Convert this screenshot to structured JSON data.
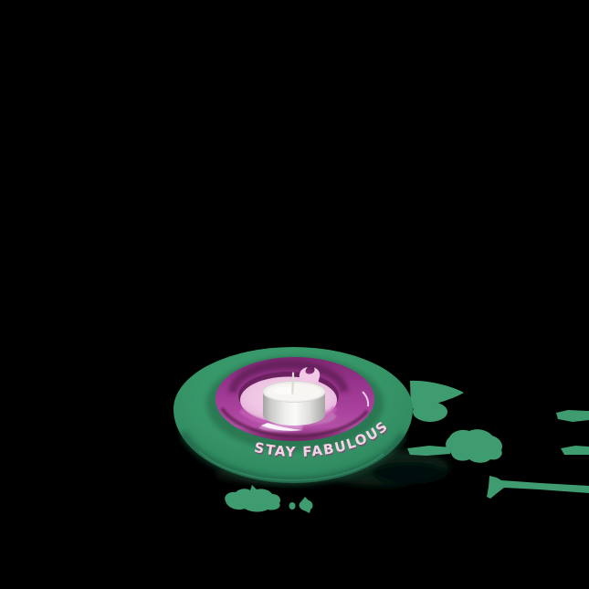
{
  "image": {
    "type": "product-photo",
    "background_color": "#000000",
    "description": "Green tealight candle holder with glossy purple ring inset, pale pink center and an unlit white tealight candle, on a black background"
  },
  "product": {
    "engraving": "STAY FABULOUS",
    "candle_state": "unlit",
    "colors": {
      "dish_green": "#37966A",
      "dish_green_dark": "#1E5F46",
      "ring_purple": "#A23C96",
      "ring_purple_dark": "#5F1B55",
      "inset_pink": "#EFC6E4",
      "candle_white": "#F2F1EE",
      "wick_gray": "#DBDAD2",
      "text_pink": "#F8D2E8",
      "text_shadow_pink": "#93336F",
      "curl_pink": "#F2C9E6",
      "gloss_white": "#FFFFFF",
      "artifact_green": "#3E9C70",
      "shadow_green": "#0D2519"
    }
  }
}
